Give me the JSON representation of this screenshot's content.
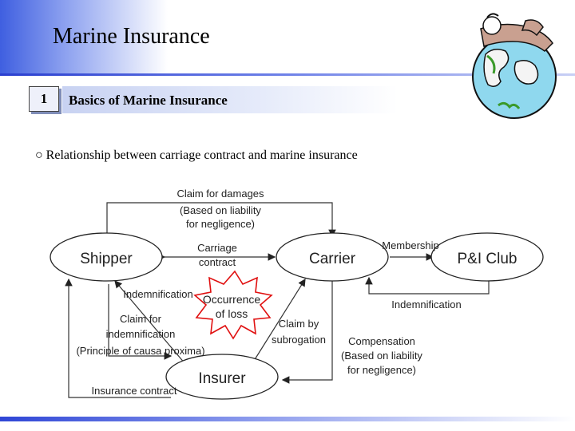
{
  "header": {
    "title": "Marine Insurance"
  },
  "section": {
    "number": "1",
    "title": "Basics of Marine Insurance"
  },
  "subtitle": "○ Relationship between carriage contract and marine insurance",
  "diagram": {
    "nodes": {
      "shipper": "Shipper",
      "carrier": "Carrier",
      "pi_club": "P&I Club",
      "insurer": "Insurer",
      "occurrence": [
        "Occurrence",
        "of loss"
      ]
    },
    "labels": {
      "claim_damages": [
        "Claim for damages",
        "(Based on liability",
        "for negligence)"
      ],
      "carriage_contract": [
        "Carriage",
        "contract"
      ],
      "membership": "Membership",
      "indemnification_club": "Indemnification",
      "indemnification_shipper": "Indemnification",
      "claim_indemnification": [
        "Claim for",
        "indemnification",
        "(Principle of causa proxima)"
      ],
      "claim_subrogation": [
        "Claim by",
        "subrogation"
      ],
      "compensation": [
        "Compensation",
        "(Based on liability",
        "for negligence)"
      ],
      "insurance_contract": "Insurance contract"
    }
  },
  "colors": {
    "accent": "#3f5fe0",
    "burst": "#e01010"
  }
}
